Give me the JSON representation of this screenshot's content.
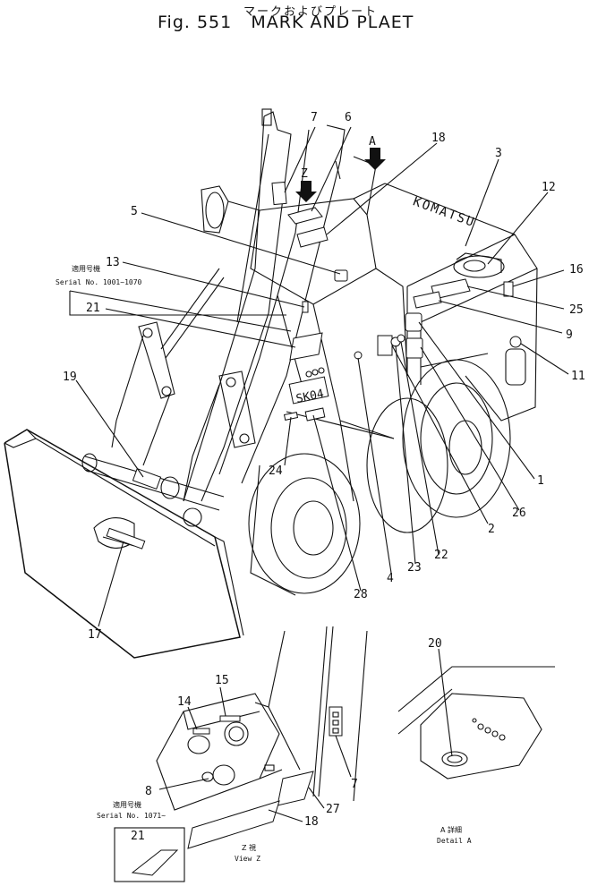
{
  "title": {
    "japanese": "マークおよびプレート",
    "english": "Fig. 551   MARK AND PLAET"
  },
  "serial_notes": {
    "top_jp": "適用号機",
    "top_en": "Serial No. 1001~1070",
    "bottom_jp": "適用号機",
    "bottom_en": "Serial No. 1071~"
  },
  "views": {
    "z_jp": "Z 視",
    "z_en": "View Z",
    "a_jp": "A 詳細",
    "a_en": "Detail A"
  },
  "arrows": {
    "a": "A",
    "z": "Z"
  },
  "hood_brand": "KOMATSU",
  "panel_text": "SK04",
  "callouts": {
    "c1": "1",
    "c2": "2",
    "c3": "3",
    "c4": "4",
    "c5": "5",
    "c6": "6",
    "c7": "7",
    "c7b": "7",
    "c8": "8",
    "c9": "9",
    "c11": "11",
    "c12": "12",
    "c13": "13",
    "c14": "14",
    "c15": "15",
    "c16": "16",
    "c17": "17",
    "c18": "18",
    "c18b": "18",
    "c19": "19",
    "c20": "20",
    "c21": "21",
    "c21b": "21",
    "c22": "22",
    "c23": "23",
    "c24": "24",
    "c25": "25",
    "c26": "26",
    "c27": "27",
    "c28": "28"
  }
}
